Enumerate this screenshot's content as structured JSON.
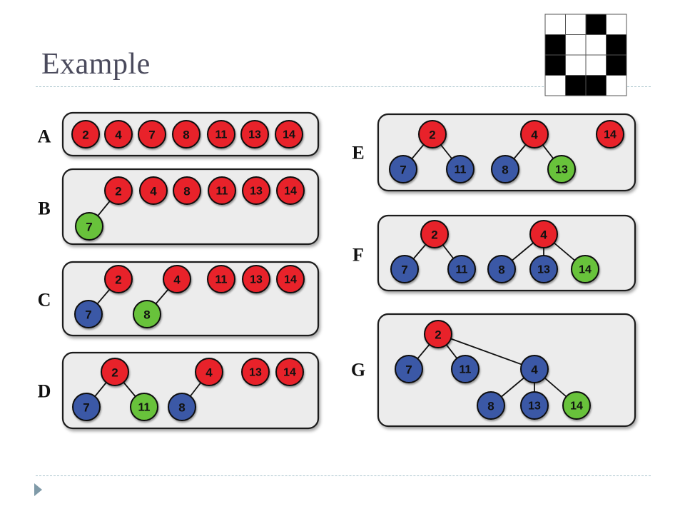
{
  "slide": {
    "title": "Example"
  },
  "grid_icon": {
    "rows": [
      [
        0,
        0,
        1,
        0
      ],
      [
        1,
        0,
        0,
        1
      ],
      [
        1,
        0,
        0,
        1
      ],
      [
        0,
        1,
        1,
        0
      ]
    ]
  },
  "colors": {
    "red": "#e8212b",
    "blue": "#3b58a6",
    "green": "#67c23a",
    "panel": "#ececec"
  },
  "panels": [
    {
      "label": "A",
      "nodes": [
        {
          "v": "2",
          "c": "red"
        },
        {
          "v": "4",
          "c": "red"
        },
        {
          "v": "7",
          "c": "red"
        },
        {
          "v": "8",
          "c": "red"
        },
        {
          "v": "11",
          "c": "red"
        },
        {
          "v": "13",
          "c": "red"
        },
        {
          "v": "14",
          "c": "red"
        }
      ],
      "edges": []
    },
    {
      "label": "B",
      "nodes": [
        {
          "v": "2",
          "c": "red"
        },
        {
          "v": "4",
          "c": "red"
        },
        {
          "v": "8",
          "c": "red"
        },
        {
          "v": "11",
          "c": "red"
        },
        {
          "v": "13",
          "c": "red"
        },
        {
          "v": "14",
          "c": "red"
        },
        {
          "v": "7",
          "c": "green"
        }
      ],
      "edges": [
        [
          0,
          6
        ]
      ]
    },
    {
      "label": "C",
      "nodes": [
        {
          "v": "2",
          "c": "red"
        },
        {
          "v": "4",
          "c": "red"
        },
        {
          "v": "11",
          "c": "red"
        },
        {
          "v": "13",
          "c": "red"
        },
        {
          "v": "14",
          "c": "red"
        },
        {
          "v": "7",
          "c": "blue"
        },
        {
          "v": "8",
          "c": "green"
        }
      ],
      "edges": [
        [
          0,
          5
        ],
        [
          1,
          6
        ]
      ]
    },
    {
      "label": "D",
      "nodes": [
        {
          "v": "2",
          "c": "red"
        },
        {
          "v": "4",
          "c": "red"
        },
        {
          "v": "13",
          "c": "red"
        },
        {
          "v": "14",
          "c": "red"
        },
        {
          "v": "7",
          "c": "blue"
        },
        {
          "v": "11",
          "c": "green"
        },
        {
          "v": "8",
          "c": "blue"
        }
      ],
      "edges": [
        [
          0,
          4
        ],
        [
          0,
          5
        ],
        [
          1,
          6
        ]
      ]
    },
    {
      "label": "E",
      "nodes": [
        {
          "v": "2",
          "c": "red"
        },
        {
          "v": "4",
          "c": "red"
        },
        {
          "v": "14",
          "c": "red"
        },
        {
          "v": "7",
          "c": "blue"
        },
        {
          "v": "11",
          "c": "blue"
        },
        {
          "v": "8",
          "c": "blue"
        },
        {
          "v": "13",
          "c": "green"
        }
      ],
      "edges": [
        [
          0,
          3
        ],
        [
          0,
          4
        ],
        [
          1,
          5
        ],
        [
          1,
          6
        ]
      ]
    },
    {
      "label": "F",
      "nodes": [
        {
          "v": "2",
          "c": "red"
        },
        {
          "v": "4",
          "c": "red"
        },
        {
          "v": "7",
          "c": "blue"
        },
        {
          "v": "11",
          "c": "blue"
        },
        {
          "v": "8",
          "c": "blue"
        },
        {
          "v": "13",
          "c": "blue"
        },
        {
          "v": "14",
          "c": "green"
        }
      ],
      "edges": [
        [
          0,
          2
        ],
        [
          0,
          3
        ],
        [
          1,
          4
        ],
        [
          1,
          5
        ],
        [
          1,
          6
        ]
      ]
    },
    {
      "label": "G",
      "nodes": [
        {
          "v": "2",
          "c": "red"
        },
        {
          "v": "7",
          "c": "blue"
        },
        {
          "v": "11",
          "c": "blue"
        },
        {
          "v": "4",
          "c": "blue"
        },
        {
          "v": "8",
          "c": "blue"
        },
        {
          "v": "13",
          "c": "blue"
        },
        {
          "v": "14",
          "c": "green"
        }
      ],
      "edges": [
        [
          0,
          1
        ],
        [
          0,
          2
        ],
        [
          0,
          3
        ],
        [
          3,
          4
        ],
        [
          3,
          5
        ],
        [
          3,
          6
        ]
      ]
    }
  ]
}
